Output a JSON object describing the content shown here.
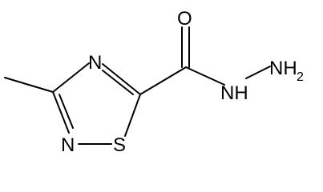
{
  "molecule": {
    "atoms": {
      "ring_n3": "N",
      "ring_n1": "N",
      "ring_s": "S",
      "carbonyl_o": "O",
      "hydrazide_nh": "NH",
      "terminal_nh": "NH",
      "terminal_sub": "2"
    }
  }
}
